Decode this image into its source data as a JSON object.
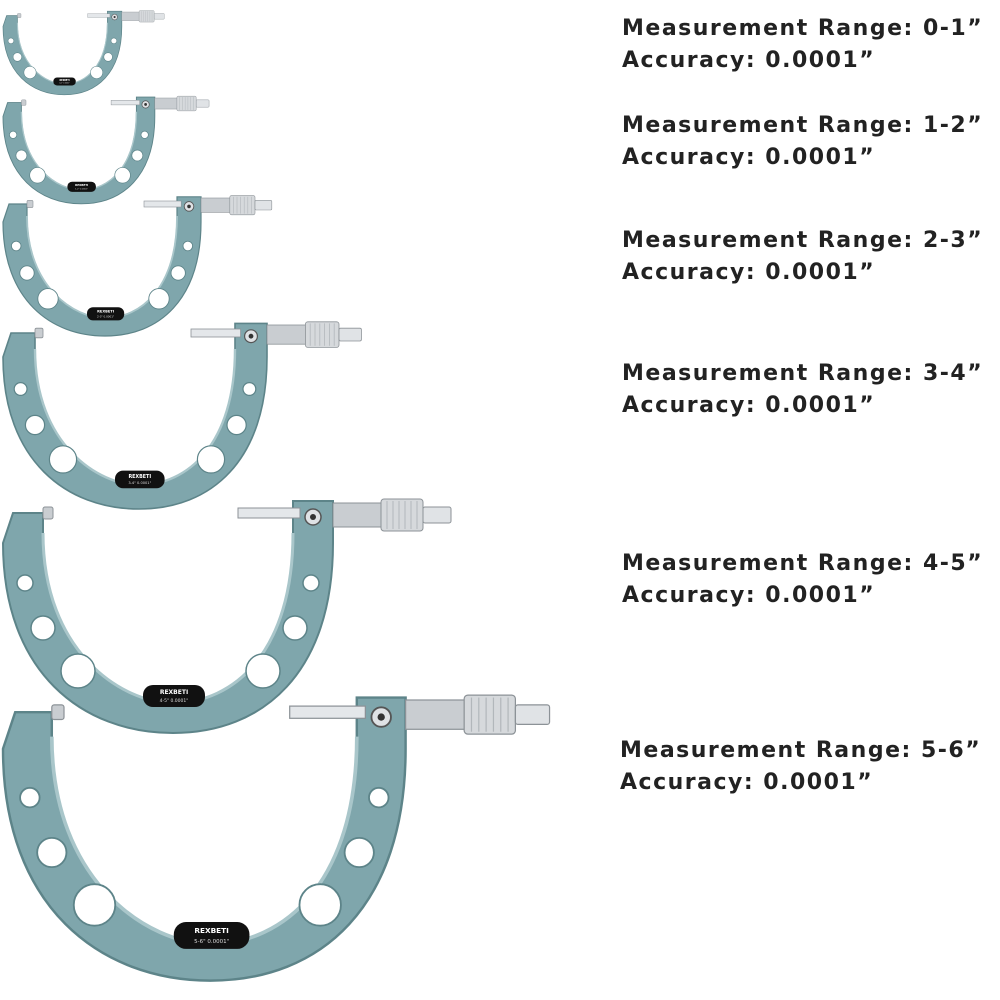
{
  "colors": {
    "frame": "#7fa6ac",
    "frame_dark": "#5d8489",
    "frame_light": "#a9c6ca",
    "badge": "#111111",
    "metal": "#c9cdd1",
    "metal_dark": "#8c9297",
    "text": "#222222",
    "background": "#ffffff"
  },
  "micrometers": [
    {
      "brand": "REXBETI",
      "marking": "0-1\" 0.0001\"",
      "range_label": "Measurement Range: 0-1”",
      "accuracy_label": "Accuracy: 0.0001”"
    },
    {
      "brand": "REXBETI",
      "marking": "1-2\" 0.0001\"",
      "range_label": "Measurement Range: 1-2”",
      "accuracy_label": "Accuracy: 0.0001”"
    },
    {
      "brand": "REXBETI",
      "marking": "2-3\" 0.0001\"",
      "range_label": "Measurement Range: 2-3”",
      "accuracy_label": "Accuracy: 0.0001”"
    },
    {
      "brand": "REXBETI",
      "marking": "3-4\" 0.0001\"",
      "range_label": "Measurement Range: 3-4”",
      "accuracy_label": "Accuracy: 0.0001”"
    },
    {
      "brand": "REXBETI",
      "marking": "4-5\" 0.0001\"",
      "range_label": "Measurement Range: 4-5”",
      "accuracy_label": "Accuracy: 0.0001”"
    },
    {
      "brand": "REXBETI",
      "marking": "5-6\" 0.0001\"",
      "range_label": "Measurement Range: 5-6”",
      "accuracy_label": "Accuracy: 0.0001”"
    }
  ]
}
